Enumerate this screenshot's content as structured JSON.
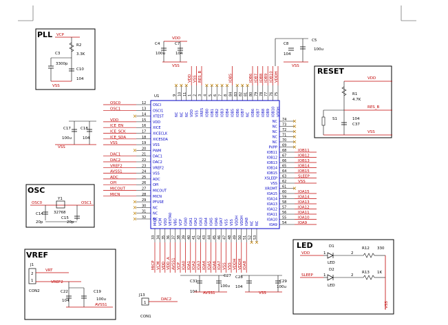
{
  "titles": {
    "pll": "PLL",
    "reset": "RESET",
    "osc": "OSC",
    "vref": "VREF",
    "led": "LED"
  },
  "pll": {
    "vcp": "VCP",
    "r2": "R2",
    "r2v": "3.3K",
    "c3": "C3",
    "c3v": "3300p",
    "c10": "C10",
    "c10v": "104",
    "vss": "VSS"
  },
  "top_caps": {
    "c4": "C4",
    "c4v": "100u",
    "c7": "C7",
    "c7v": "104",
    "c8": "C8",
    "c8v": "104",
    "c5": "C5",
    "c5v": "100u",
    "vdd1": "VDD",
    "vss1": "VSS",
    "vdd2": "VDD",
    "vss2": "VSS"
  },
  "reset": {
    "vdd": "VDD",
    "r1": "R1",
    "r1v": "4.7K",
    "res": "RES_B",
    "s1": "S1",
    "c37": "C37",
    "c37v": "104",
    "vss": "VSS"
  },
  "u1": "U1",
  "left_pins": [
    {
      "net": "OSC0",
      "num": "12",
      "name": "OSCI"
    },
    {
      "net": "OSC1",
      "num": "13",
      "name": "OSCI1"
    },
    {
      "net": "",
      "num": "14",
      "name": "XTEST"
    },
    {
      "net": "VDD",
      "num": "15",
      "name": "VDD"
    },
    {
      "net": "ICE_EN",
      "num": "16",
      "name": "XICE"
    },
    {
      "net": "ICE_SCK",
      "num": "17",
      "name": "XICECLK"
    },
    {
      "net": "ICE_SDA",
      "num": "18",
      "name": "XICESDA"
    },
    {
      "net": "VSS",
      "num": "19",
      "name": "VSS"
    },
    {
      "net": "",
      "num": "20",
      "name": "PWM"
    },
    {
      "net": "DAC1",
      "num": "21",
      "name": "DAC1"
    },
    {
      "net": "DAC2",
      "num": "22",
      "name": "DAC2"
    },
    {
      "net": "VREF2",
      "num": "23",
      "name": "VREF2"
    },
    {
      "net": "AVSS1",
      "num": "24",
      "name": "VSS"
    },
    {
      "net": "ADC",
      "num": "25",
      "name": "ADC"
    },
    {
      "net": "OPI",
      "num": "26",
      "name": "OPI"
    },
    {
      "net": "MICOUT",
      "num": "27",
      "name": "MICOUT"
    },
    {
      "net": "MICN",
      "num": "28",
      "name": "MICN"
    },
    {
      "net": "",
      "num": "29",
      "name": "PFUSE"
    },
    {
      "net": "",
      "num": "30",
      "name": "NC"
    },
    {
      "net": "",
      "num": "31",
      "name": "NC"
    },
    {
      "net": "",
      "num": "32",
      "name": "NC"
    }
  ],
  "right_pins": [
    {
      "net": "",
      "num": "74",
      "name": "NC"
    },
    {
      "net": "",
      "num": "73",
      "name": "NC"
    },
    {
      "net": "",
      "num": "72",
      "name": "NC"
    },
    {
      "net": "",
      "num": "71",
      "name": "NC"
    },
    {
      "net": "",
      "num": "70",
      "name": "NC"
    },
    {
      "net": "",
      "num": "69",
      "name": "PVPP"
    },
    {
      "net": "IOB11",
      "num": "68",
      "name": "IOB11"
    },
    {
      "net": "IOB12",
      "num": "67",
      "name": "IOB12"
    },
    {
      "net": "IOB13",
      "num": "66",
      "name": "IOB13"
    },
    {
      "net": "IOB14",
      "num": "65",
      "name": "IOB14"
    },
    {
      "net": "IOB15",
      "num": "64",
      "name": "IOB15"
    },
    {
      "net": "SLEEP",
      "num": "63",
      "name": "XSLEEP"
    },
    {
      "net": "VSS",
      "num": "62",
      "name": "VSS"
    },
    {
      "net": "",
      "num": "61",
      "name": "XROMT"
    },
    {
      "net": "IOA15",
      "num": "60",
      "name": "IOA15"
    },
    {
      "net": "IOA14",
      "num": "59",
      "name": "IOA14"
    },
    {
      "net": "IOA13",
      "num": "58",
      "name": "IOA13"
    },
    {
      "net": "IOA12",
      "num": "57",
      "name": "IOA12"
    },
    {
      "net": "IOA11",
      "num": "56",
      "name": "IOA11"
    },
    {
      "net": "IOA10",
      "num": "55",
      "name": "IOA10"
    },
    {
      "net": "IOA9",
      "num": "54",
      "name": "IOA9"
    }
  ],
  "top_pins": [
    {
      "num": "9",
      "name": "NC",
      "net": ""
    },
    {
      "num": "10",
      "name": "NC",
      "net": ""
    },
    {
      "num": "11",
      "name": "NC",
      "net": ""
    },
    {
      "num": "1",
      "name": "VDD",
      "net": "VDD"
    },
    {
      "num": "2",
      "name": "VSS",
      "net": "VSS"
    },
    {
      "num": "3",
      "name": "XRES",
      "net": "RES_B"
    },
    {
      "num": "4",
      "name": "IOB0",
      "net": ""
    },
    {
      "num": "5",
      "name": "IOB1",
      "net": ""
    },
    {
      "num": "6",
      "name": "IOB2",
      "net": ""
    },
    {
      "num": "7",
      "name": "IOB3",
      "net": ""
    },
    {
      "num": "8",
      "name": "IOB4",
      "net": ""
    },
    {
      "num": "84",
      "name": "IOB5",
      "net": "IOB5"
    },
    {
      "num": "83",
      "name": "IOB6",
      "net": ""
    },
    {
      "num": "82",
      "name": "IOB7",
      "net": ""
    },
    {
      "num": "81",
      "name": "NC",
      "net": ""
    },
    {
      "num": "80",
      "name": "IOB6",
      "net": "IOB6"
    },
    {
      "num": "79",
      "name": "IOB7",
      "net": "IOB7"
    },
    {
      "num": "78",
      "name": "IOB8",
      "net": "IOB8"
    },
    {
      "num": "77",
      "name": "IOB9",
      "net": "IOB9"
    },
    {
      "num": "76",
      "name": "IOB10",
      "net": "IOB10"
    },
    {
      "num": "75",
      "name": "VDDH",
      "net": "VDDH"
    }
  ],
  "bottom_pins": [
    {
      "num": "33",
      "name": "MICP",
      "net": "MICP"
    },
    {
      "num": "34",
      "name": "VCM",
      "net": "VCM"
    },
    {
      "num": "35",
      "name": "VDD",
      "net": "VDD"
    },
    {
      "num": "36",
      "name": "VEXTA0",
      "net": "VDD_A"
    },
    {
      "num": "37",
      "name": "VBG",
      "net": "AVSS1"
    },
    {
      "num": "38",
      "name": "VCP",
      "net": "VCP"
    },
    {
      "num": "39",
      "name": "IOA0",
      "net": "IOA0"
    },
    {
      "num": "40",
      "name": "IOA1",
      "net": "IOA1"
    },
    {
      "num": "41",
      "name": "IOA2",
      "net": "IOA2"
    },
    {
      "num": "42",
      "name": "IOA3",
      "net": "IOA3"
    },
    {
      "num": "43",
      "name": "IOA4",
      "net": "IOA4"
    },
    {
      "num": "44",
      "name": "IOA5",
      "net": "IOA5"
    },
    {
      "num": "45",
      "name": "IOA6",
      "net": "IOA6"
    },
    {
      "num": "46",
      "name": "IOA7",
      "net": "IOA7"
    },
    {
      "num": "47",
      "name": "VSS",
      "net": "VSS"
    },
    {
      "num": "48",
      "name": "VSS",
      "net": "VSS"
    },
    {
      "num": "49",
      "name": "VDDH",
      "net": "VDDH"
    },
    {
      "num": "50",
      "name": "VDDH",
      "net": "VDDH"
    },
    {
      "num": "51",
      "name": "IOA8",
      "net": "IOA8"
    },
    {
      "num": "52",
      "name": "NC",
      "net": ""
    },
    {
      "num": "53",
      "name": "NC",
      "net": ""
    }
  ],
  "left_caps": {
    "c17": "C17",
    "c17v": "100u",
    "c18": "C18",
    "c18v": "104",
    "vss": "VSS"
  },
  "osc": {
    "osc0": "OSC0",
    "osc1": "OSC1",
    "y1": "Y1",
    "yv": "32768",
    "c14": "C14",
    "c15": "C15",
    "c14v": "20p",
    "c15v": "20p"
  },
  "vref": {
    "j1": "J1",
    "p2": "2",
    "p1": "1",
    "vrt": "VRT",
    "vref2": "VREF2",
    "con2": "CON2",
    "c22": "C22",
    "c22v": "104",
    "c19": "C19",
    "c19v": "100u",
    "avss1": "AVSS1"
  },
  "bottom_caps": {
    "c31": "C31",
    "c31v": "104",
    "avss1": "AVSS1",
    "c27": "C27",
    "c27v": "100u",
    "c28": "C28",
    "c28v": "104",
    "c29": "C29",
    "c29v": "100u",
    "vss": "VSS"
  },
  "j13": {
    "name": "J13",
    "pin": "1",
    "net": "DAC2",
    "con": "CON1"
  },
  "led": {
    "vdd": "VDD",
    "sleep": "SLEEP",
    "d1": "D1",
    "d2": "D2",
    "led1": "LED",
    "led2": "LED",
    "r12": "R12",
    "r12v": "330",
    "r13": "R13",
    "r13v": "1K",
    "p1": "1",
    "p2": "2",
    "vss": "VSS"
  }
}
